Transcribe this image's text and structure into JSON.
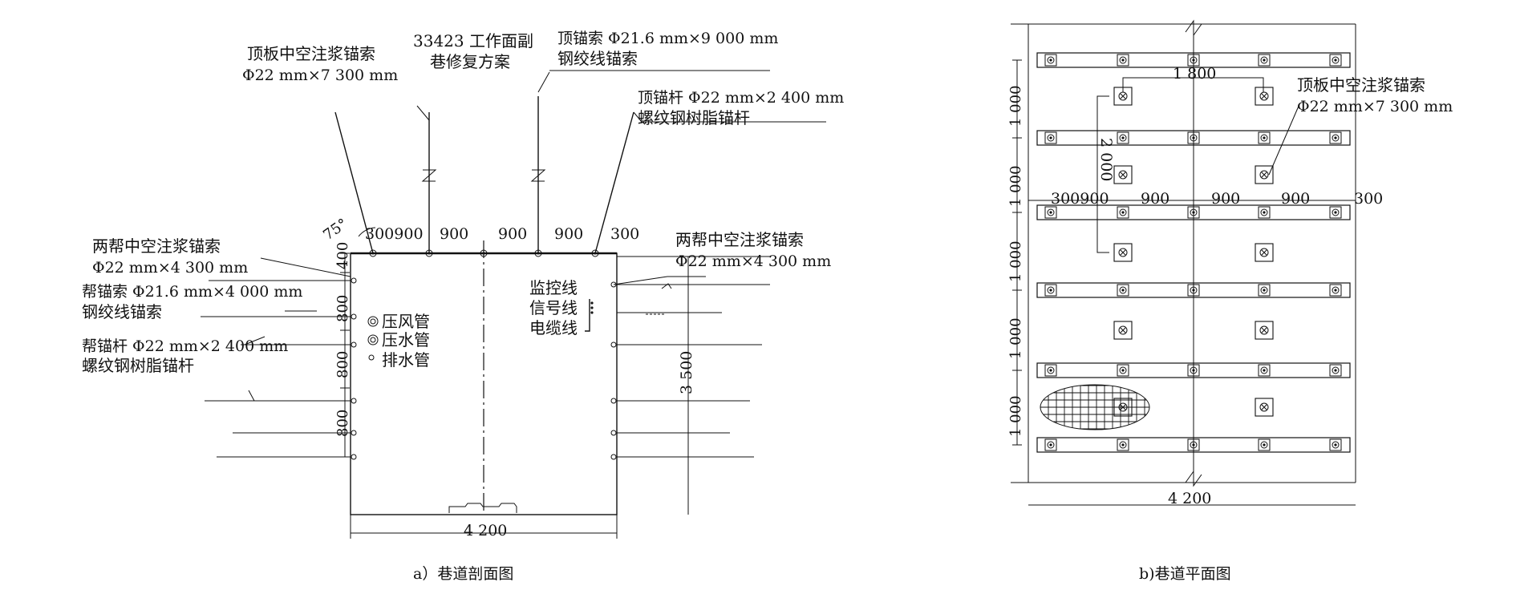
{
  "section": {
    "caption": "a）巷道剖面图",
    "title_line1": "33423 工作面副",
    "title_line2": "巷修复方案",
    "roof_cable_grout_l1": "顶板中空注浆锚索",
    "roof_cable_grout_l2": "Φ22 mm×7 300 mm",
    "roof_cable_l1": "顶锚索 Φ21.6 mm×9 000 mm",
    "roof_cable_l2": "钢绞线锚索",
    "roof_bolt_l1": "顶锚杆 Φ22 mm×2 400 mm",
    "roof_bolt_l2": "螺纹钢树脂锚杆",
    "angle": "75°",
    "top_dims": [
      "300900",
      "900",
      "900",
      "900",
      "300"
    ],
    "left_grout_l1": "两帮中空注浆锚索",
    "left_grout_l2": "Φ22 mm×4 300 mm",
    "right_grout_l1": "两帮中空注浆锚索",
    "right_grout_l2": "Φ22 mm×4 300 mm",
    "side_cable_l1": "帮锚索 Φ21.6 mm×4 000 mm",
    "side_cable_l2": "钢绞线锚索",
    "side_bolt_l1": "帮锚杆 Φ22 mm×2 400 mm",
    "side_bolt_l2": "螺纹钢树脂锚杆",
    "left_dims": [
      "400",
      "800",
      "800",
      "800"
    ],
    "pipes": [
      "压风管",
      "压水管",
      "排水管"
    ],
    "cables": [
      "监控线",
      "信号线",
      "电缆线"
    ],
    "height_dim": "3 500",
    "width_dim": "4 200"
  },
  "plan": {
    "caption": "b)巷道平面图",
    "grout_l1": "顶板中空注浆锚索",
    "grout_l2": "Φ22 mm×7 300 mm",
    "dim_1800": "1 800",
    "dim_2000": "2 000",
    "row_dims": [
      "300900",
      "900",
      "900",
      "900",
      "300"
    ],
    "left_dims": [
      "1 000",
      "1 000",
      "1 000",
      "1 000",
      "1 000"
    ],
    "width_dim": "4 200"
  }
}
